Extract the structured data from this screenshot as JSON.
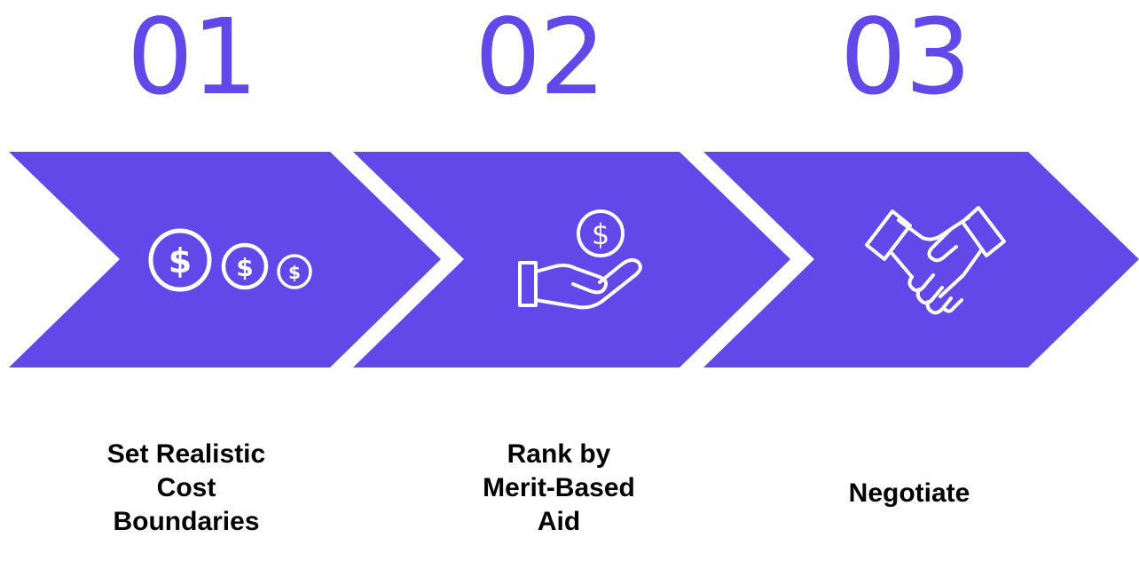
{
  "colors": {
    "accent": "#6248e8",
    "icon_stroke": "#ffffff",
    "label_text": "#000000"
  },
  "steps": [
    {
      "number": "01",
      "label": "Set Realistic\nCost\nBoundaries",
      "icon": "coins-icon"
    },
    {
      "number": "02",
      "label": "Rank by\nMerit-Based\nAid",
      "icon": "hand-coin-icon"
    },
    {
      "number": "03",
      "label": "Negotiate",
      "icon": "handshake-icon"
    }
  ]
}
